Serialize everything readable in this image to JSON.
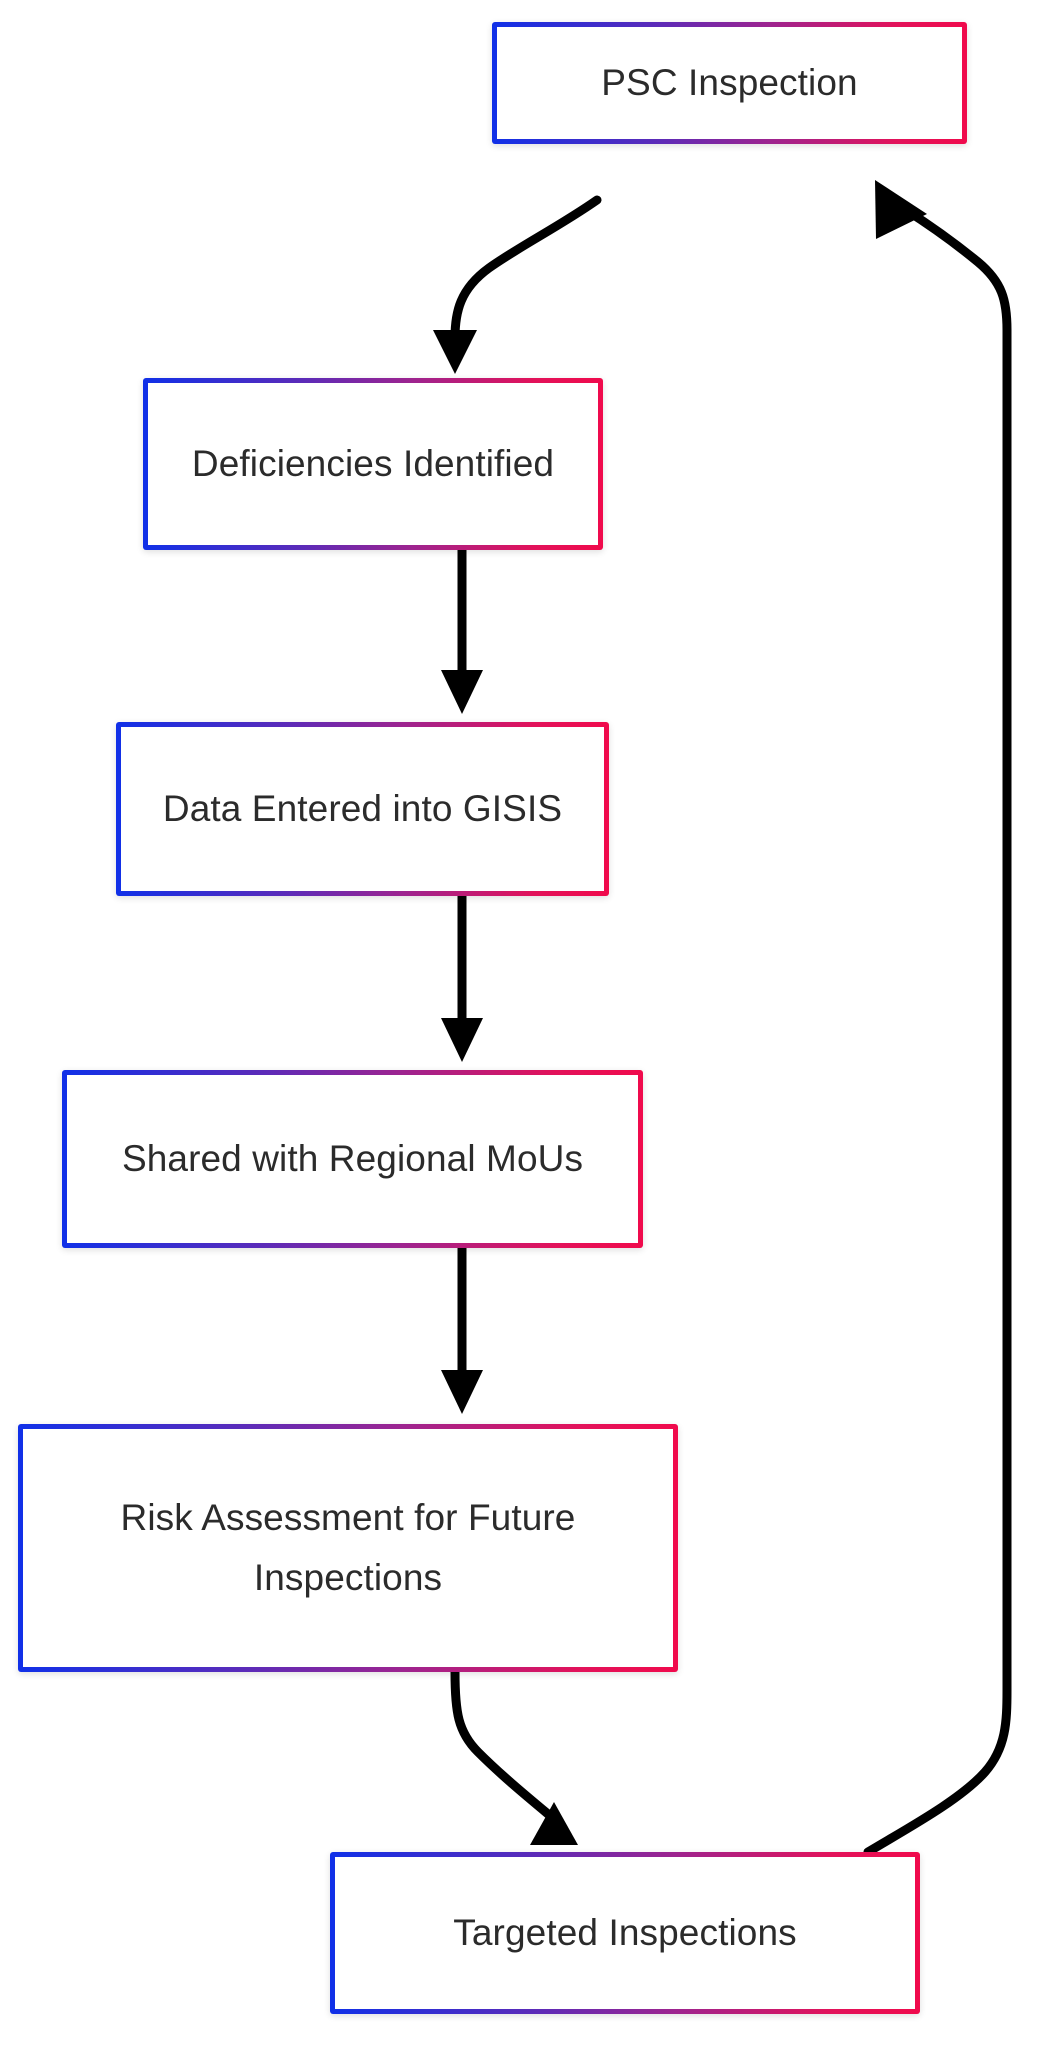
{
  "diagram": {
    "type": "flowchart",
    "orientation": "top-down",
    "title": "",
    "background_color": "#ffffff",
    "node_border_gradient": {
      "start": "#1030e8",
      "mid": "#9c2490",
      "end": "#f00a4c",
      "direction": "left-to-right"
    },
    "node_fill": "#ffffff",
    "node_text_color": "#2b2b2b",
    "edge_color": "#000000",
    "nodes": [
      {
        "id": "psc-inspection",
        "label": "PSC Inspection",
        "order": 1
      },
      {
        "id": "deficiencies-identified",
        "label": "Deficiencies Identified",
        "order": 2
      },
      {
        "id": "data-entered-gisis",
        "label": "Data Entered into GISIS",
        "order": 3
      },
      {
        "id": "shared-regional-mous",
        "label": "Shared with Regional MoUs",
        "order": 4
      },
      {
        "id": "risk-assessment",
        "label": "Risk Assessment for Future\nInspections",
        "order": 5
      },
      {
        "id": "targeted-inspections",
        "label": "Targeted Inspections",
        "order": 6
      }
    ],
    "edges": [
      {
        "id": "e1",
        "from": "psc-inspection",
        "to": "deficiencies-identified",
        "label": "",
        "style": "curved-arrow"
      },
      {
        "id": "e2",
        "from": "deficiencies-identified",
        "to": "data-entered-gisis",
        "label": "",
        "style": "straight-arrow"
      },
      {
        "id": "e3",
        "from": "data-entered-gisis",
        "to": "shared-regional-mous",
        "label": "",
        "style": "straight-arrow"
      },
      {
        "id": "e4",
        "from": "shared-regional-mous",
        "to": "risk-assessment",
        "label": "",
        "style": "straight-arrow"
      },
      {
        "id": "e5",
        "from": "risk-assessment",
        "to": "targeted-inspections",
        "label": "",
        "style": "curved-arrow"
      },
      {
        "id": "e6",
        "from": "targeted-inspections",
        "to": "psc-inspection",
        "label": "",
        "style": "feedback-loop-arrow"
      }
    ]
  }
}
